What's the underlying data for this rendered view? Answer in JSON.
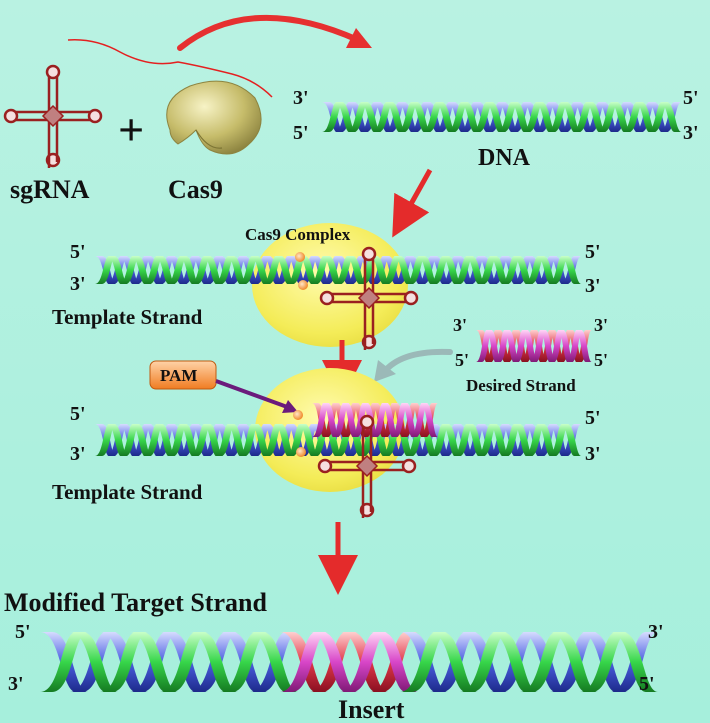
{
  "labels": {
    "sgrna": "sgRNA",
    "cas9": "Cas9",
    "dna": "DNA",
    "cas9_complex": "Cas9 Complex",
    "template_strand_1": "Template Strand",
    "template_strand_2": "Template Strand",
    "desired_strand": "Desired Strand",
    "pam": "PAM",
    "modified_target_strand": "Modified Target Strand",
    "insert": "Insert",
    "plus": "+"
  },
  "strand_ends": {
    "dna_left_top": "3'",
    "dna_left_bottom": "5'",
    "dna_right_top": "5'",
    "dna_right_bottom": "3'",
    "t1_left_top": "5'",
    "t1_left_bottom": "3'",
    "t1_right_top": "5'",
    "t1_right_bottom": "3'",
    "ds_left_top": "3'",
    "ds_left_bottom": "5'",
    "ds_right_top": "3'",
    "ds_right_bottom": "5'",
    "t2_left_top": "5'",
    "t2_left_bottom": "3'",
    "t2_right_top": "5'",
    "t2_right_bottom": "3'",
    "mod_left_top": "5'",
    "mod_left_bottom": "3'",
    "mod_right_top": "3'",
    "mod_right_bottom": "5'"
  },
  "colors": {
    "strand_green": "#35d34a",
    "strand_blue": "#4a5fd8",
    "insert_red": "#e0384a",
    "insert_magenta": "#d846c8",
    "cas9_yellow": "#f4ec58",
    "cas9_protein": "#c6bc6a",
    "arrow_red": "#e42b2b",
    "arrow_grey": "#9bb9b8",
    "pam_orange": "#f28a34",
    "pam_arrow": "#6b1b7c",
    "sgrna_red": "#9a2020",
    "plus_blue": "#1a2a8a"
  }
}
